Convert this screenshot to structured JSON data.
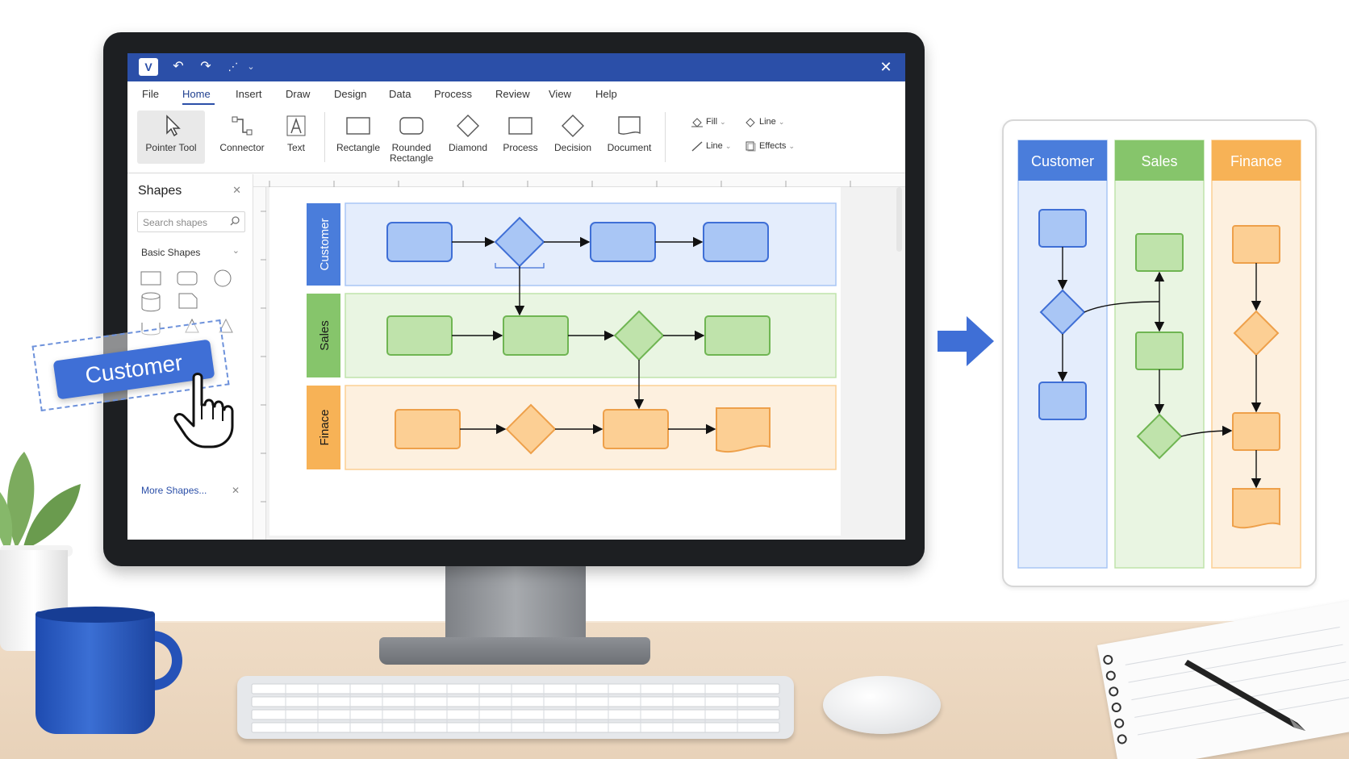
{
  "app": {
    "logo": "V",
    "close_symbol": "✕",
    "qat": {
      "undo": "↶",
      "redo": "↷",
      "touch": "⋰",
      "more": "⌄"
    }
  },
  "menu": [
    "File",
    "Home",
    "Insert",
    "Draw",
    "Design",
    "Data",
    "Process",
    "Review",
    "View",
    "Help"
  ],
  "menu_active": "Home",
  "ribbon": {
    "tools": [
      {
        "label": "Pointer Tool",
        "icon": "pointer-icon",
        "selected": true
      },
      {
        "label": "Connector",
        "icon": "connector-icon",
        "selected": false
      },
      {
        "label": "Text",
        "icon": "text-icon",
        "selected": false
      },
      {
        "label": "Rectangle",
        "icon": "rectangle-icon",
        "selected": false
      },
      {
        "label": "Rounded Rectangle",
        "icon": "rounded-rectangle-icon",
        "selected": false
      },
      {
        "label": "Diamond",
        "icon": "diamond-icon",
        "selected": false
      },
      {
        "label": "Process",
        "icon": "process-icon",
        "selected": false
      },
      {
        "label": "Decision",
        "icon": "decision-icon",
        "selected": false
      },
      {
        "label": "Document",
        "icon": "document-icon",
        "selected": false
      }
    ],
    "fill_label": "Fill",
    "line_label": "Line",
    "line_label_2": "Line",
    "effects_label": "Effects"
  },
  "shapes_panel": {
    "title": "Shapes",
    "close_symbol": "✕",
    "search_placeholder": "Search shapes",
    "basic_shapes_label": "Basic Shapes",
    "chevron": "⌄",
    "more_shapes_label": "More Shapes...",
    "more_shapes_x": "✕"
  },
  "drag_card_label": "Customer",
  "diagram": {
    "lanes": [
      "Customer",
      "Sales",
      "Finace"
    ],
    "lane_colors": [
      "#4a7ddb",
      "#86c56b",
      "#f7b256"
    ]
  },
  "preview": {
    "lanes": [
      "Customer",
      "Sales",
      "Finance"
    ],
    "header_colors": [
      "#4a7ddb",
      "#86c56b",
      "#f7b256"
    ]
  },
  "colors": {
    "title_bar": "#2b4fa8",
    "blue_fill": "#a9c6f5",
    "blue_stroke": "#3f6fd6",
    "green_fill": "#bfe3ab",
    "green_stroke": "#6fb552",
    "orange_fill": "#fccf94",
    "orange_stroke": "#eea04a"
  }
}
